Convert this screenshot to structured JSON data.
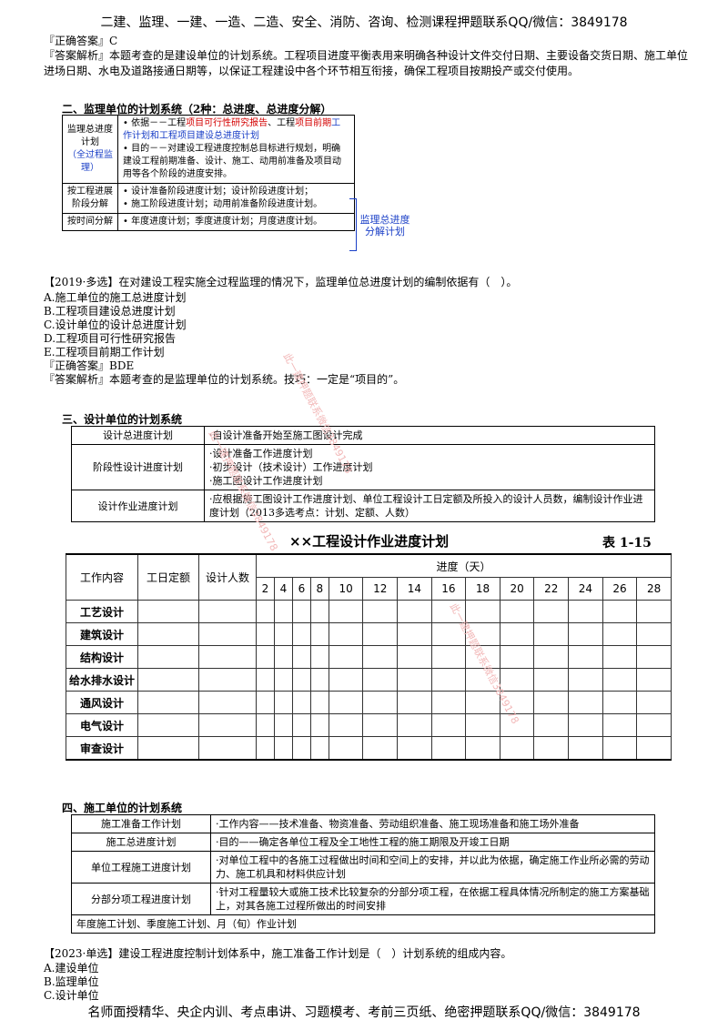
{
  "header": "二建、监理、一建、一造、二造、安全、消防、咨询、检测课程押题联系QQ/微信：3849178",
  "footer": "名师面授精华、央企内训、考点串讲、习题模考、考前三页纸、绝密押题联系QQ/微信：3849178",
  "block1": {
    "answer": "『正确答案』C",
    "analysis": "『答案解析』本题考查的是建设单位的计划系统。工程项目进度平衡表用来明确各种设计文件交付日期、主要设备交货日期、施工单位进场日期、水电及道路接通日期等，以保证工程建设中各个环节相互衔接，确保工程项目按期投产或交付使用。"
  },
  "section2": {
    "title": "二、监理单位的计划系统（2种：总进度、总进度分解）",
    "row1_label_a": "监理总进度计划",
    "row1_label_b": "（全过程监理）",
    "row1_b1_pre": "依据－－工程",
    "row1_b1_red1": "项目可行性研究报告",
    "row1_b1_mid": "、工程",
    "row1_b1_red2": "项目前期",
    "row1_b1_blue": "工作计划和工程项目建设总进度计划",
    "row1_b2": "目的－－对建设工程进度控制总目标进行规划，明确建设工程前期准备、设计、施工、动用前准备及项目动用等各个阶段的进度安排。",
    "row2_label": "按工程进展阶段分解",
    "row2_b1": "设计准备阶段进度计划；设计阶段进度计划；",
    "row2_b2": "施工阶段进度计划；动用前准备阶段进度计划。",
    "row3_label": "按时间分解",
    "row3_b1": "年度进度计划；季度进度计划；月度进度计划。",
    "side_note": "监理总进度分解计划"
  },
  "question2019": {
    "stem": "【2019·多选】在对建设工程实施全过程监理的情况下，监理单位总进度计划的编制依据有（　）。",
    "options": [
      "A.施工单位的施工总进度计划",
      "B.工程项目建设总进度计划",
      "C.设计单位的设计总进度计划",
      "D.工程项目可行性研究报告",
      "E.工程项目前期工作计划"
    ],
    "answer": "『正确答案』BDE",
    "analysis": "『答案解析』本题考查的是监理单位的计划系统。技巧：一定是“项目的”。"
  },
  "section3": {
    "title": "三、设计单位的计划系统",
    "rows": [
      {
        "label": "设计总进度计划",
        "lines": [
          "·自设计准备开始至施工图设计完成"
        ]
      },
      {
        "label": "阶段性设计进度计划",
        "lines": [
          "·设计准备工作进度计划",
          "·初步设计（技术设计）工作进度计划",
          "·施工图设计工作进度计划"
        ]
      },
      {
        "label": "设计作业进度计划",
        "lines": [
          "·应根据施工图设计工作进度计划、单位工程设计工日定额及所投入的设计人员数，编制设计作业进度计划（2013多选考点：计划、定额、人数）"
        ]
      }
    ]
  },
  "gantt": {
    "title": "××工程设计作业进度计划",
    "table_no": "表 1-15",
    "col_work": "工作内容",
    "col_quota": "工日定额",
    "col_people": "设计人数",
    "col_progress": "进度（天）",
    "days": [
      "2",
      "4",
      "6",
      "8",
      "10",
      "12",
      "14",
      "16",
      "18",
      "20",
      "22",
      "24",
      "26",
      "28"
    ],
    "tasks": [
      "工艺设计",
      "建筑设计",
      "结构设计",
      "给水排水设计",
      "通风设计",
      "电气设计",
      "审查设计"
    ]
  },
  "section4": {
    "title": "四、施工单位的计划系统",
    "rows": [
      {
        "label": "施工准备工作计划",
        "text": "·工作内容——技术准备、物资准备、劳动组织准备、施工现场准备和施工场外准备"
      },
      {
        "label": "施工总进度计划",
        "text": "·目的——确定各单位工程及全工地性工程的施工期限及开竣工日期"
      },
      {
        "label": "单位工程施工进度计划",
        "text": "·对单位工程中的各施工过程做出时间和空间上的安排，并以此为依据，确定施工作业所必需的劳动力、施工机具和材料供应计划"
      },
      {
        "label": "分部分项工程进度计划",
        "text": "·针对工程量较大或施工技术比较复杂的分部分项工程，在依据工程具体情况所制定的施工方案基础上，对其各施工过程所做出的时间安排"
      }
    ],
    "footer_row": "年度施工计划、季度施工计划、月（旬）作业计划"
  },
  "question2023": {
    "stem": "【2023·单选】建设工程进度控制计划体系中，施工准备工作计划是（　）计划系统的组成内容。",
    "options": [
      "A.建设单位",
      "B.监理单位",
      "C.设计单位"
    ]
  },
  "watermark": "此一建押题联系微信3849178"
}
